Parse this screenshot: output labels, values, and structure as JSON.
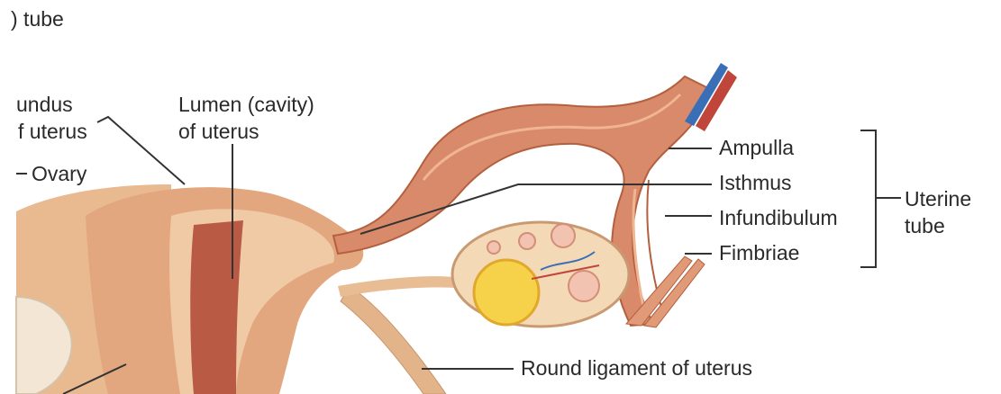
{
  "caption_fragment": ") tube",
  "labels": {
    "fundus_line1": "undus",
    "fundus_line2": "f uterus",
    "ovary_left": "Ovary",
    "lumen_line1": "Lumen (cavity)",
    "lumen_line2": "of uterus",
    "ampulla": "Ampulla",
    "isthmus": "Isthmus",
    "infundibulum": "Infundibulum",
    "fimbriae": "Fimbriae",
    "uterine_tube_line1": "Uterine",
    "uterine_tube_line2": "tube",
    "round_ligament": "Round ligament of uterus"
  },
  "colors": {
    "uterus_wall": "#e2a77e",
    "uterus_inner": "#f0c9a5",
    "lumen": "#b95a45",
    "tube": "#d98a6a",
    "tube_dark": "#c06a4e",
    "ovary": "#f4d9b7",
    "corpus_luteum": "#f6d24a",
    "vessel_blue": "#3a6fb8",
    "vessel_red": "#c0453a",
    "leader_line": "#333333"
  }
}
